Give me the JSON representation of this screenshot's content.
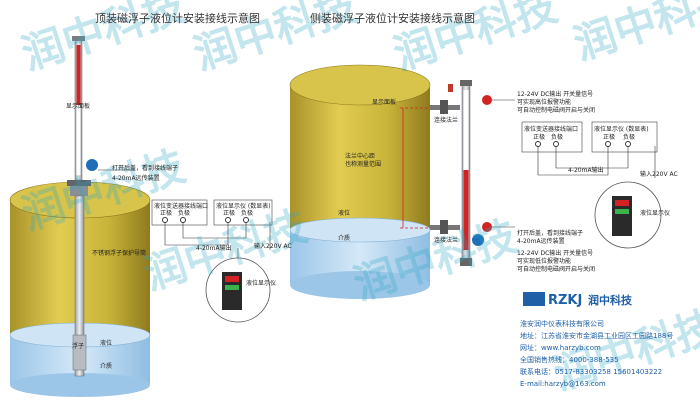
{
  "diagram": {
    "left_title": "顶装磁浮子液位计安装接线示意图",
    "right_title": "侧装磁浮子液位计安装接线示意图",
    "left": {
      "display_panel": "显示面板",
      "gauge_tube": "不锈钢浮子保护导筒",
      "float": "浮子",
      "liquid_level": "液位",
      "medium": "介质",
      "junction_note_1": "打开后盖，看到接线端子",
      "junction_note_2": "4-20mA远传装置",
      "transmitter_box": "液位变送器接线端口",
      "instrument_box": "液位显示仪 (数显表)",
      "terminal_pos": "正极",
      "terminal_neg": "负极",
      "output_label": "4-20mA输出",
      "power_label": "输入220V AC",
      "meter_label": "液位显示仪"
    },
    "right": {
      "display_panel": "显示面板",
      "flange_top": "连接法兰",
      "flange_bottom": "连接法兰",
      "center_distance": "法兰中心距\n也称测量范围",
      "liquid_level": "液位",
      "medium": "介质",
      "switch_top_1": "12-24V DC输出 开关量信号",
      "switch_top_2": "可实现高位报警功能",
      "switch_top_3": "可自动控制电磁阀开启与关闭",
      "transmitter_box": "液位变送器接线端口",
      "instrument_box": "液位显示仪 (数显表)",
      "terminal_pos": "正极",
      "terminal_neg": "负极",
      "output_label": "4-20mA输出",
      "power_label": "输入220V AC",
      "junction_note_1": "打开后盖，看到接线端子",
      "junction_note_2": "4-20mA远传装置",
      "switch_bottom_1": "12-24V DC输出 开关量信号",
      "switch_bottom_2": "可实现低位报警功能",
      "switch_bottom_3": "可自动控制电磁阀开启与关闭",
      "meter_label": "液位显示仪"
    },
    "watermark": [
      "润中科技",
      "润中科技",
      "润中科技",
      "润中科技",
      "润中科技",
      "润中科技",
      "润中科技",
      "润中科技"
    ],
    "company": {
      "logo_letters": "RZKJ",
      "logo_name": "润中科技",
      "name": "淮安润中仪表科技有限公司",
      "address": "地址：江苏省淮安市金湖县工业园区工园路188号",
      "website": "网址：www.harzyb.com",
      "hotline": "全国销售热线：4000-388-535",
      "phone": "联系电话：0517-83303258    15601403222",
      "email": "E-mail:harzyb@163.com"
    },
    "colors": {
      "tank_yellow": "#c9b43a",
      "liquid_blue": "#b9d8f0",
      "accent_red": "#d22222",
      "brand_blue": "#1f5fa8"
    }
  }
}
